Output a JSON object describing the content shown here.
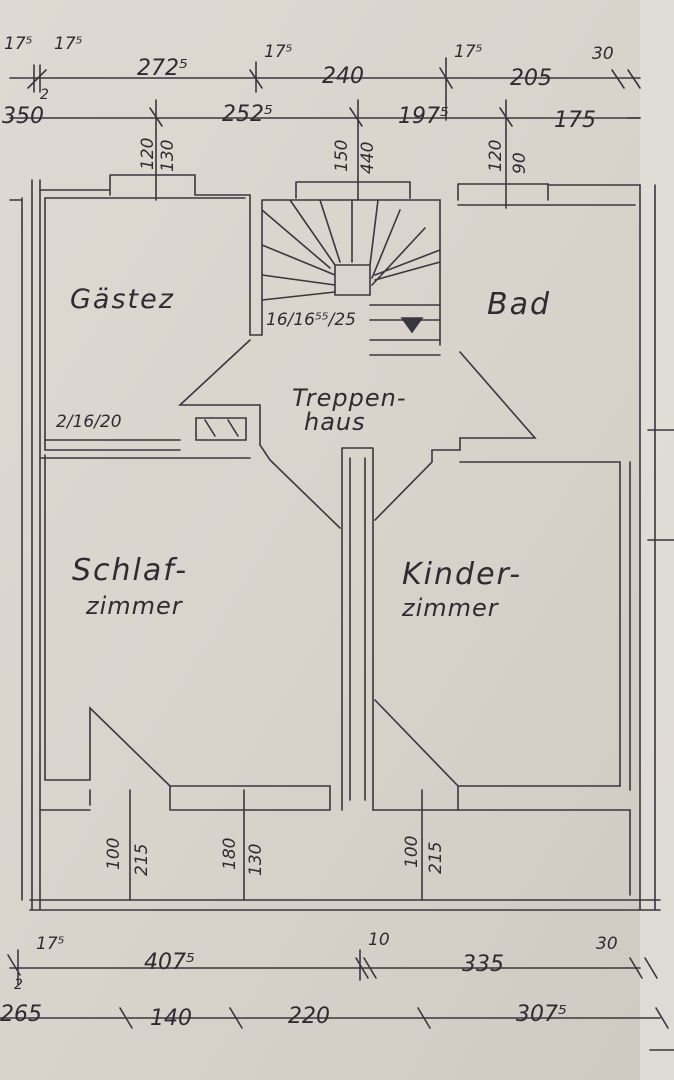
{
  "rooms": {
    "guest": "Gästez",
    "bath": "Bad",
    "stair_line1": "Treppen-",
    "stair_line2": "haus",
    "bedroom_line1": "Schlaf-",
    "bedroom_line2": "zimmer",
    "kids_line1": "Kinder-",
    "kids_line2": "zimmer"
  },
  "top_dims": {
    "a": "17⁵",
    "b": "17⁵",
    "c": "2",
    "d": "272⁵",
    "e": "17⁵",
    "f": "240",
    "g": "17⁵",
    "h": "205",
    "i": "30",
    "j": "350",
    "k": "252⁵",
    "l": "197⁵",
    "m": "175"
  },
  "window_dims": {
    "guest_a": "120",
    "guest_b": "130",
    "stair_a": "150",
    "stair_b": "440",
    "bath_a": "120",
    "bath_b": "90"
  },
  "stair_note": "16/16⁵⁵/25",
  "vent_note": "2/16/20",
  "door_dims": {
    "d1a": "100",
    "d1b": "215",
    "d2a": "180",
    "d2b": "130",
    "d3a": "100",
    "d3b": "215"
  },
  "bottom_dims": {
    "a": "17⁵",
    "b": "2",
    "c": "407⁵",
    "d": "10",
    "e": "335",
    "f": "30",
    "g": "265",
    "h": "140",
    "i": "220",
    "j": "307⁵"
  },
  "colors": {
    "paper": "#d9d5cd",
    "ink": "#2e2b33"
  }
}
